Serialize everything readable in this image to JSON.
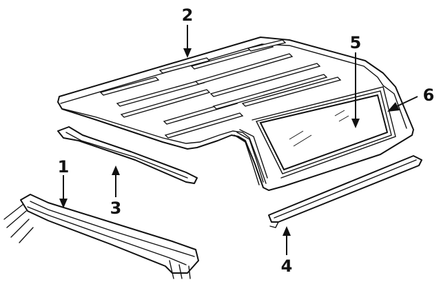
{
  "callouts": [
    {
      "id": "1",
      "label": "1",
      "part": "front-header-rail"
    },
    {
      "id": "2",
      "label": "2",
      "part": "hardtop-roof-panel"
    },
    {
      "id": "3",
      "label": "3",
      "part": "front-weatherstrip"
    },
    {
      "id": "4",
      "label": "4",
      "part": "side-weatherstrip"
    },
    {
      "id": "5",
      "label": "5",
      "part": "back-window-glass"
    },
    {
      "id": "6",
      "label": "6",
      "part": "back-window-seal"
    }
  ],
  "colors": {
    "line": "#111111",
    "background": "#ffffff"
  }
}
